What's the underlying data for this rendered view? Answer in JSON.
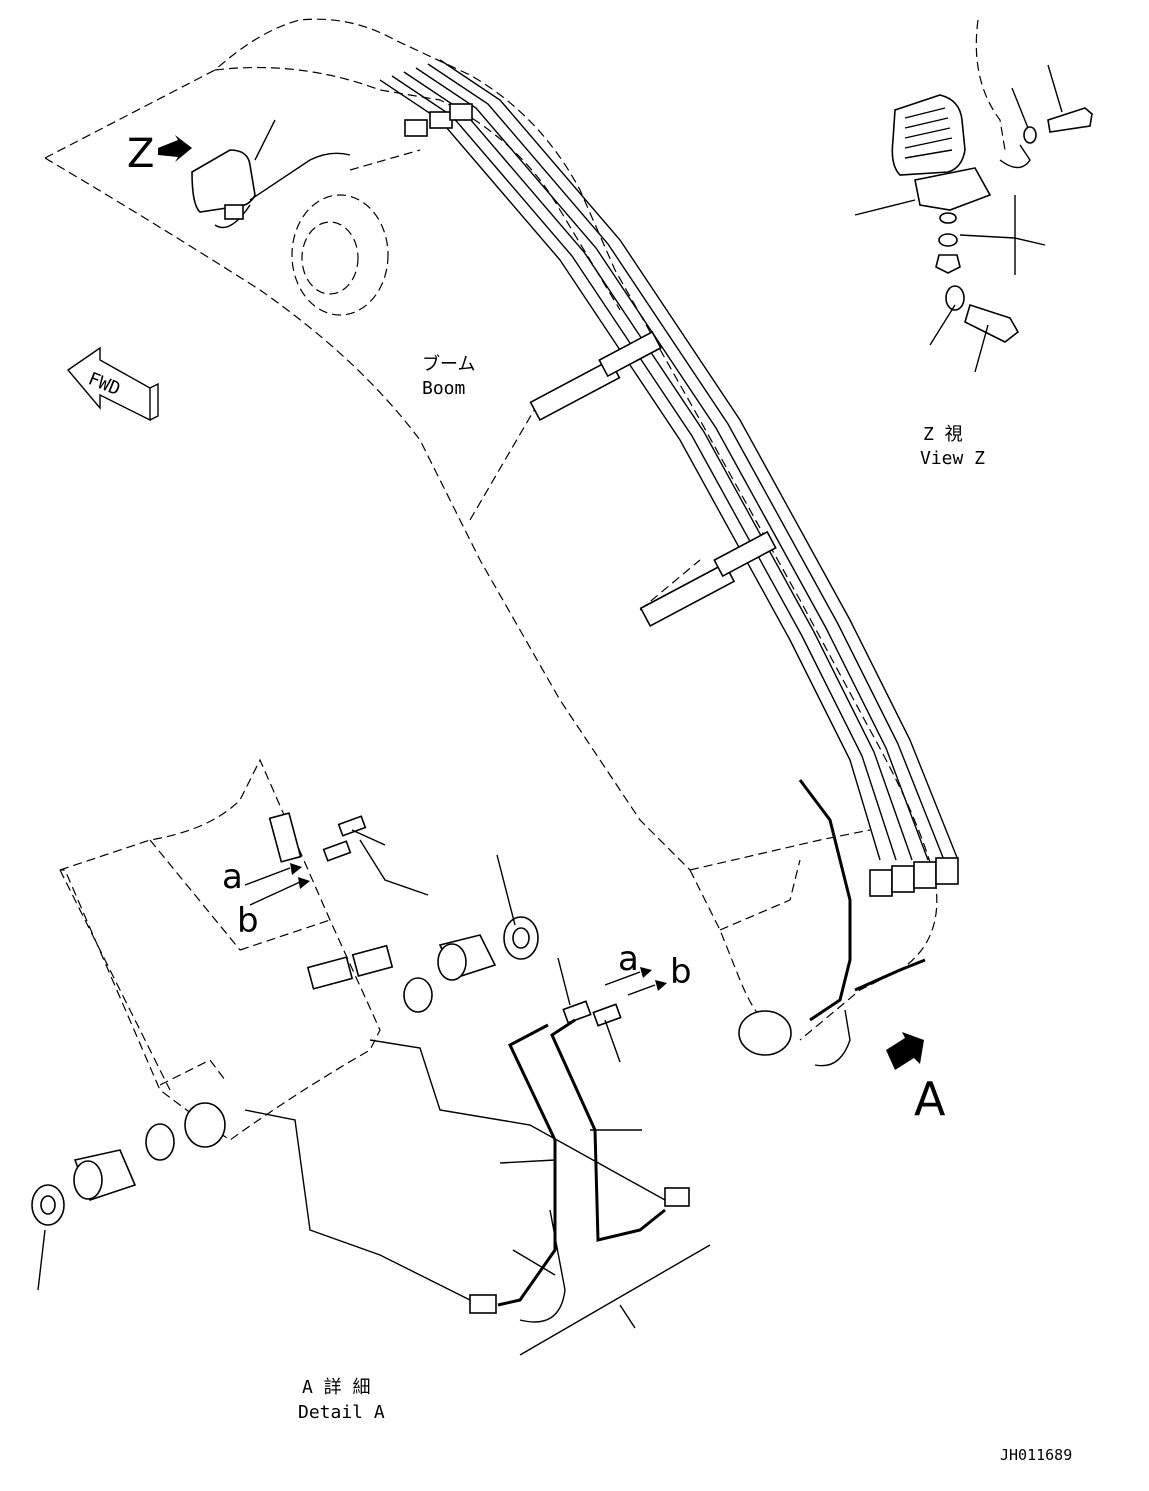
{
  "labels": {
    "view_z_marker": "Z",
    "fwd": "FWD",
    "boom_jp": "ブーム",
    "boom_en": "Boom",
    "view_z_jp": "Z  視",
    "view_z_en": "View Z",
    "a_upper": "a",
    "b_upper": "b",
    "a_lower": "a",
    "b_lower": "b",
    "detail_marker": "A",
    "detail_a_jp": "A 詳 細",
    "detail_a_en": "Detail A",
    "drawing_number": "JH011689"
  }
}
